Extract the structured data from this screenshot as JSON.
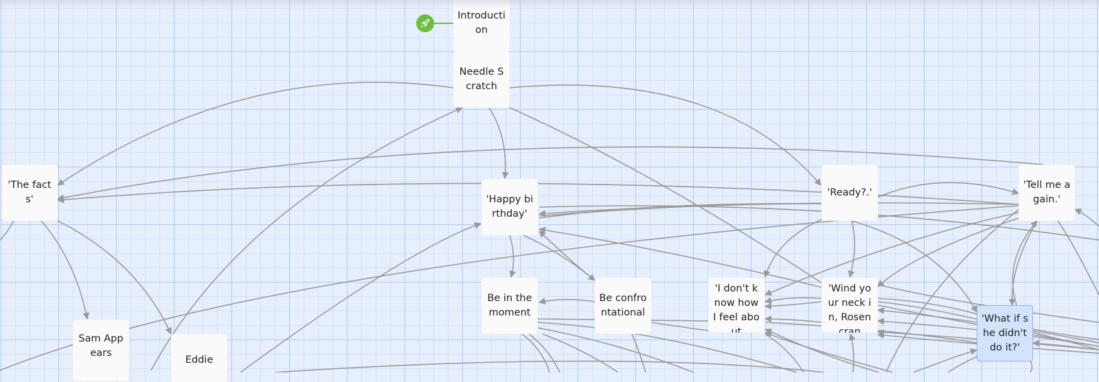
{
  "canvas": {
    "grid_color": "#a0c3f0",
    "background_color": "#e8effc",
    "edge_color": "#9a9a9a",
    "start_color": "#6cbd3b",
    "selected_color": "#d3e3fb"
  },
  "start": {
    "icon": "rocket-icon"
  },
  "passages": [
    {
      "id": "introduction",
      "label": "Introduction"
    },
    {
      "id": "needle-scratch",
      "label": "Needle Scratch"
    },
    {
      "id": "the-facts",
      "label": "'The facts'"
    },
    {
      "id": "happy-birthday",
      "label": "'Happy birthday'"
    },
    {
      "id": "ready",
      "label": "'Ready?.'"
    },
    {
      "id": "tell-me-again",
      "label": "'Tell me again.'"
    },
    {
      "id": "be-in-the-moment",
      "label": "Be in the moment"
    },
    {
      "id": "be-confrontational",
      "label": "Be confrontational"
    },
    {
      "id": "i-dont-know",
      "label": "'I don't know how I feel about"
    },
    {
      "id": "wind-your-neck-in",
      "label": "'Wind your neck in, Rosencran"
    },
    {
      "id": "what-if",
      "label": "'What if she didn't do it?'",
      "selected": true
    },
    {
      "id": "sam-appears",
      "label": "Sam Appears"
    },
    {
      "id": "eddie",
      "label": "Eddie"
    }
  ]
}
